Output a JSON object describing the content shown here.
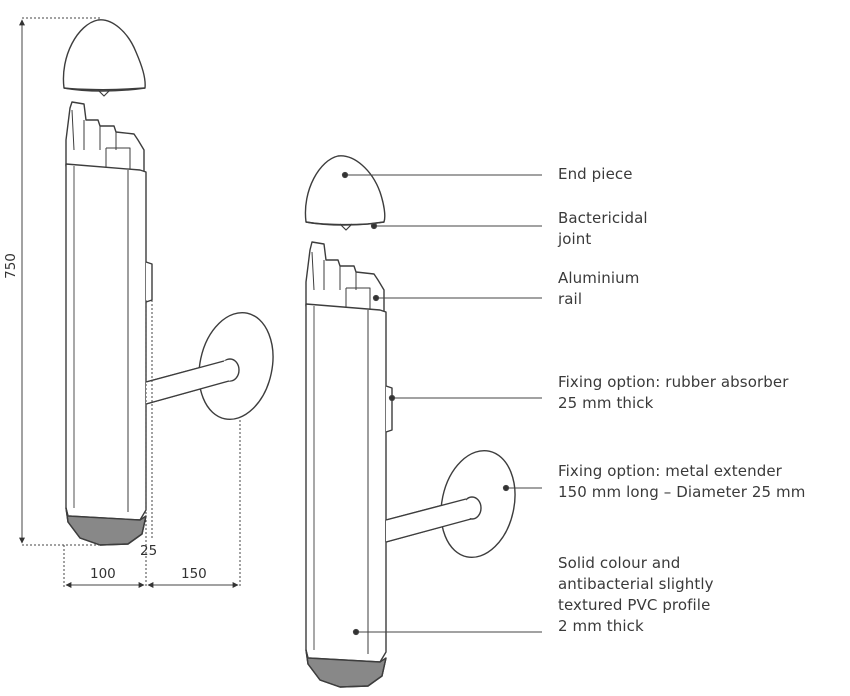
{
  "dimensions": {
    "height": "750",
    "gap": "25",
    "depth": "100",
    "extender": "150"
  },
  "callouts": [
    {
      "id": "end-piece",
      "lines": [
        "End piece"
      ]
    },
    {
      "id": "bactericidal-joint",
      "lines": [
        "Bactericidal",
        "joint"
      ]
    },
    {
      "id": "aluminium-rail",
      "lines": [
        "Aluminium",
        "rail"
      ]
    },
    {
      "id": "rubber-absorber",
      "lines": [
        "Fixing option: rubber absorber",
        "25 mm thick"
      ]
    },
    {
      "id": "metal-extender",
      "lines": [
        "Fixing option: metal extender",
        "150 mm long – Diameter 25 mm"
      ]
    },
    {
      "id": "pvc-profile",
      "lines": [
        "Solid colour and",
        "antibacterial slightly",
        "textured PVC profile",
        "2 mm thick"
      ]
    }
  ],
  "colors": {
    "line": "#3d3d3d",
    "text": "#3a3a3a",
    "background": "#ffffff"
  }
}
